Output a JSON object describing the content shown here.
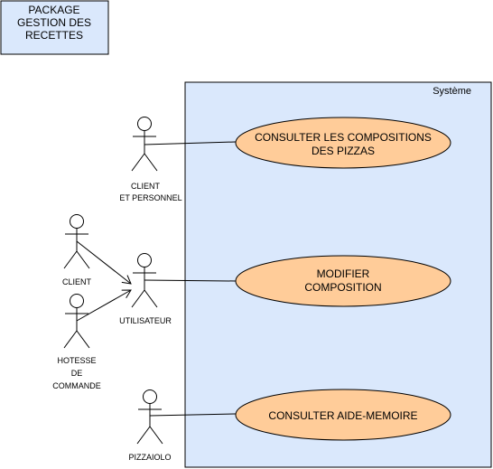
{
  "package": {
    "line1": "PACKAGE",
    "line2": "GESTION DES",
    "line3": "RECETTES"
  },
  "system": {
    "label": "Système"
  },
  "actors": {
    "client_personnel": {
      "line1": "CLIENT",
      "line2": "ET PERSONNEL"
    },
    "client": {
      "line1": "CLIENT"
    },
    "utilisateur": {
      "line1": "UTILISATEUR"
    },
    "hotesse": {
      "line1": "HOTESSE",
      "line2": "DE",
      "line3": "COMMANDE"
    },
    "pizzaiolo": {
      "line1": "PIZZAIOLO"
    }
  },
  "use_cases": {
    "consulter_compositions": {
      "line1": "CONSULTER LES COMPOSITIONS",
      "line2": "DES PIZZAS"
    },
    "modifier_composition": {
      "line1": "MODIFIER",
      "line2": "COMPOSITION"
    },
    "consulter_aide_memoire": {
      "line1": "CONSULTER AIDE-MEMOIRE"
    }
  },
  "colors": {
    "package_fill": "#dae8fc",
    "package_stroke": "#000000",
    "system_fill": "#dae8fc",
    "system_stroke": "#000000",
    "usecase_fill": "#ffcc99",
    "usecase_stroke": "#000000"
  }
}
